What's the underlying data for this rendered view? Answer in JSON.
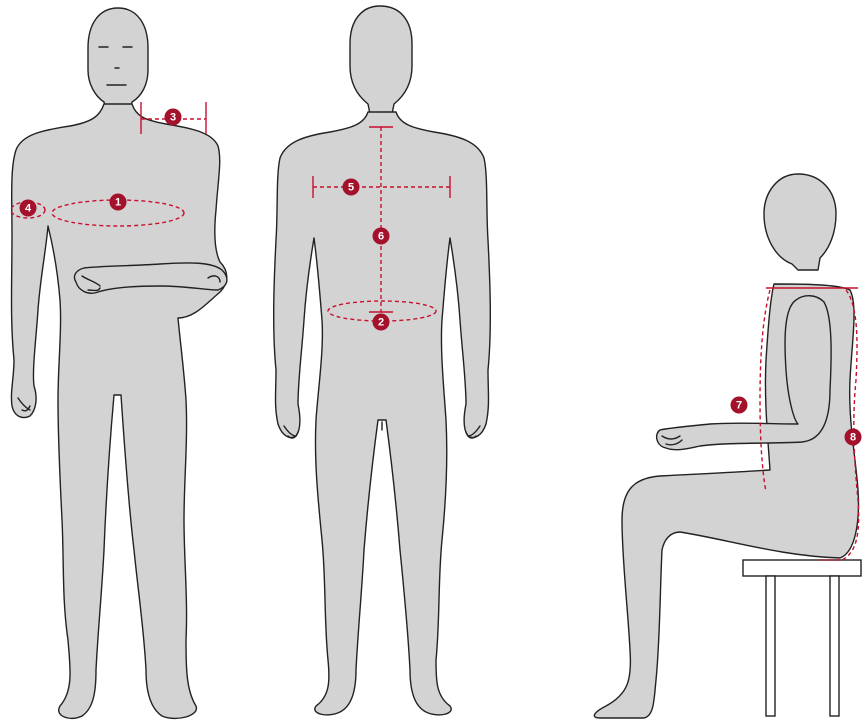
{
  "colors": {
    "body_fill": "#d3d3d3",
    "outline": "#222222",
    "measure_line": "#c8102e",
    "badge": "#a3112b",
    "badge_text": "#ffffff"
  },
  "figures": [
    {
      "id": "front",
      "pose": "standing-front-arm-folded"
    },
    {
      "id": "back",
      "pose": "standing-back"
    },
    {
      "id": "seated",
      "pose": "seated-side-on-stool"
    }
  ],
  "markers": [
    {
      "number": "1",
      "measure": "chest-girth"
    },
    {
      "number": "2",
      "measure": "waist-girth"
    },
    {
      "number": "3",
      "measure": "shoulder-width"
    },
    {
      "number": "4",
      "measure": "upper-arm-girth"
    },
    {
      "number": "5",
      "measure": "back-width"
    },
    {
      "number": "6",
      "measure": "back-length"
    },
    {
      "number": "7",
      "measure": "front-seated-length"
    },
    {
      "number": "8",
      "measure": "back-seated-length"
    }
  ]
}
